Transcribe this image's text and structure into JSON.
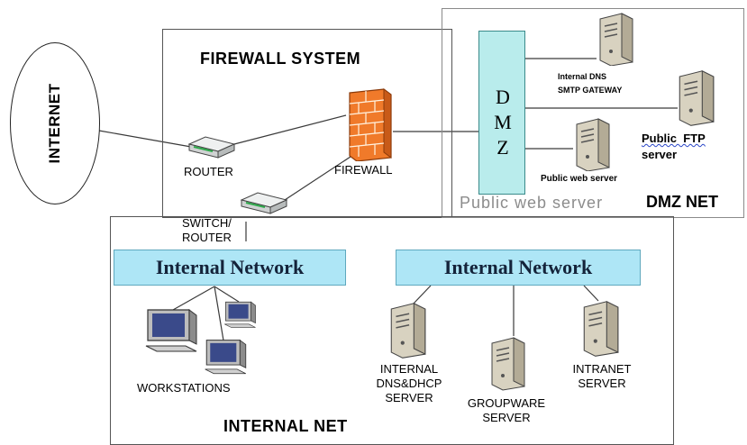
{
  "zones": {
    "firewall_system": "FIREWALL SYSTEM",
    "dmz_net": "DMZ NET",
    "internal_net": "INTERNAL NET",
    "dmz_watermark": "Public web server"
  },
  "internet": {
    "label": "INTERNET"
  },
  "devices": {
    "router": "ROUTER",
    "firewall": "FIREWALL",
    "switch_router_line1": "SWITCH/",
    "switch_router_line2": "ROUTER"
  },
  "dmz": {
    "letters": [
      "D",
      "M",
      "Z"
    ],
    "dns_smtp_line1": "Internal DNS",
    "dns_smtp_line2": "SMTP GATEWAY",
    "ftp_line1": "Public  FTP",
    "ftp_line2": "server",
    "web_server": "Public web server"
  },
  "internal": {
    "banner_left": "Internal Network",
    "banner_right": "Internal Network",
    "workstations": "WORKSTATIONS",
    "dns_dhcp_line1": "INTERNAL",
    "dns_dhcp_line2": "DNS&DHCP",
    "dns_dhcp_line3": "SERVER",
    "groupware_line1": "GROUPWARE",
    "groupware_line2": "SERVER",
    "intranet_line1": "INTRANET",
    "intranet_line2": "SERVER"
  },
  "icons": [
    "router-icon",
    "switch-icon",
    "firewall-brick-icon",
    "server-icon",
    "workstation-icon"
  ],
  "colors": {
    "dmz_bar": "#b9ecec",
    "banner": "#aee6f6",
    "firewall": "#f07a2a",
    "server_body": "#d8d2c0",
    "monitor_screen": "#3a4a8a"
  }
}
